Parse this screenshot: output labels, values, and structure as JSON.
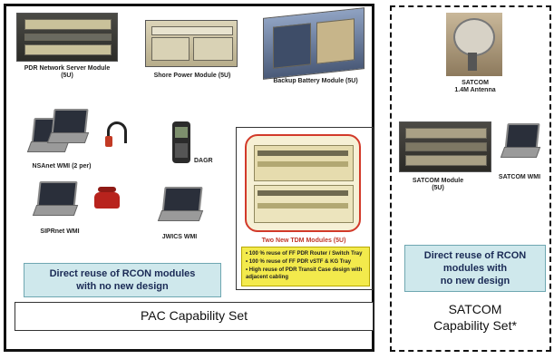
{
  "pac": {
    "server_label": "PDR Network Server Module (5U)",
    "power_label": "Shore Power Module (5U)",
    "battery_label": "Backup Battery Module (5U)",
    "nsanet_label": "NSAnet WMI (2 per)",
    "daqr_label": "DAGR",
    "siprnet_label": "SIPRnet WMI",
    "jwics_label": "JWICS WMI",
    "reuse_line1": "Direct reuse of RCON modules",
    "reuse_line2": "with no new design",
    "capability_label": "PAC Capability Set"
  },
  "tdm": {
    "caption": "Two New TDM Modules (5U)",
    "bullets": [
      "• 100 % reuse of FF PDR Router / Switch Tray",
      "• 100 % reuse of FF PDR vSTF & KG Tray",
      "• High reuse of PDR Transit Case design with adjacent cabling"
    ]
  },
  "satcom": {
    "antenna_label_line1": "SATCOM",
    "antenna_label_line2": "1.4M Antenna",
    "module_label": "SATCOM Module (5U)",
    "wmi_label": "SATCOM WMI",
    "reuse_line1": "Direct reuse of RCON",
    "reuse_line2": "modules with",
    "reuse_line3": "no new design",
    "capability_line1": "SATCOM",
    "capability_line2": "Capability Set*"
  },
  "colors": {
    "reuse_fill": "#cfe8ec",
    "reuse_text": "#1a2a55",
    "bullet_fill": "#f3ea4c",
    "tdm_highlight": "#d23a2a"
  }
}
